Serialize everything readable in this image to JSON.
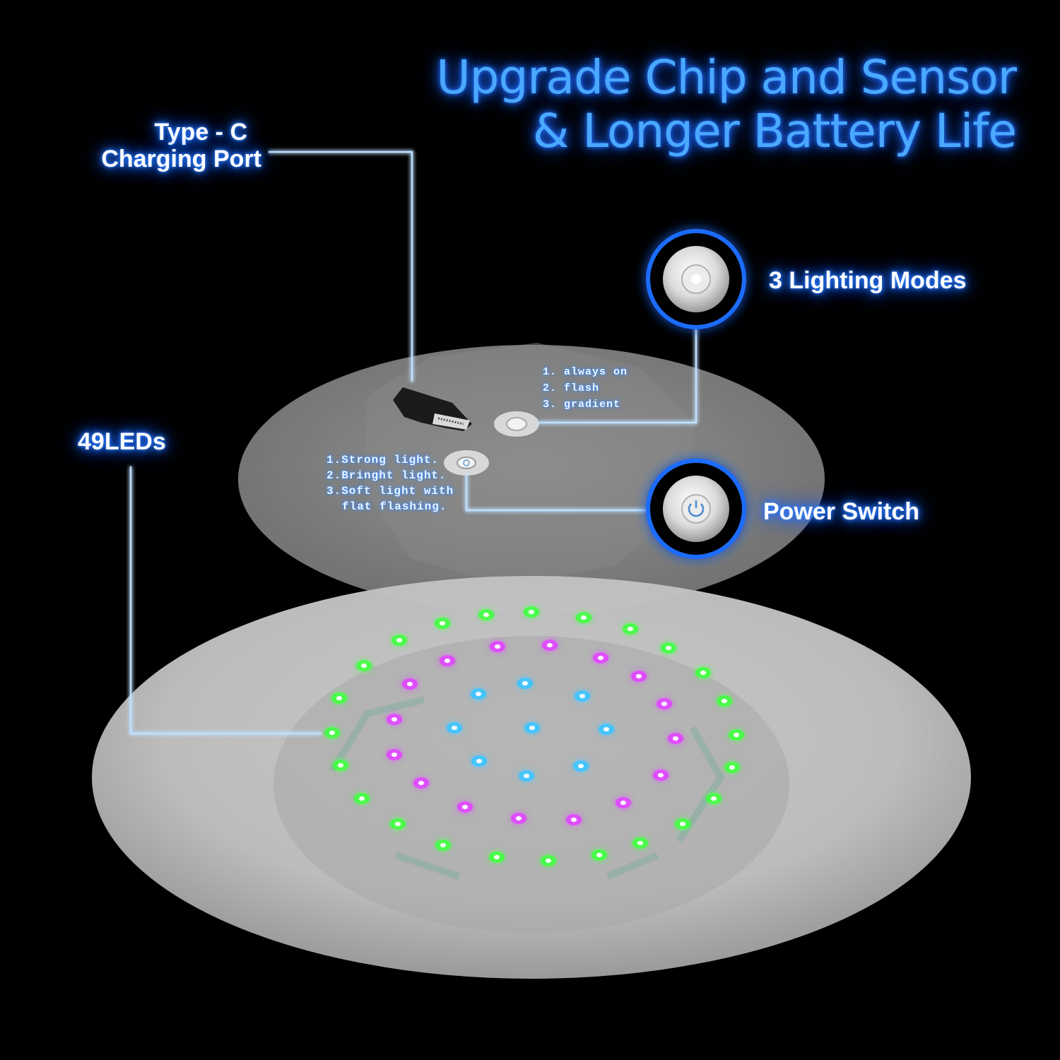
{
  "headline": {
    "line1": "Upgrade Chip and Sensor",
    "line2": "& Longer Battery Life"
  },
  "callouts": {
    "charging_port": {
      "line1": "Type - C",
      "line2": "Charging Port"
    },
    "lighting_modes": "3 Lighting Modes",
    "power_switch": "Power Switch",
    "leds": "49LEDs"
  },
  "mode_list": [
    "1. always on",
    "2. flash",
    "3. gradient"
  ],
  "brightness_list": [
    "1.Strong light.",
    "2.Bringht light.",
    "3.Soft light with",
    "flat flashing."
  ],
  "led_colors": {
    "outer": "#3bff3b",
    "middle": "#e040ff",
    "inner": "#35c4ff"
  },
  "glow_color": "#1e6cff"
}
